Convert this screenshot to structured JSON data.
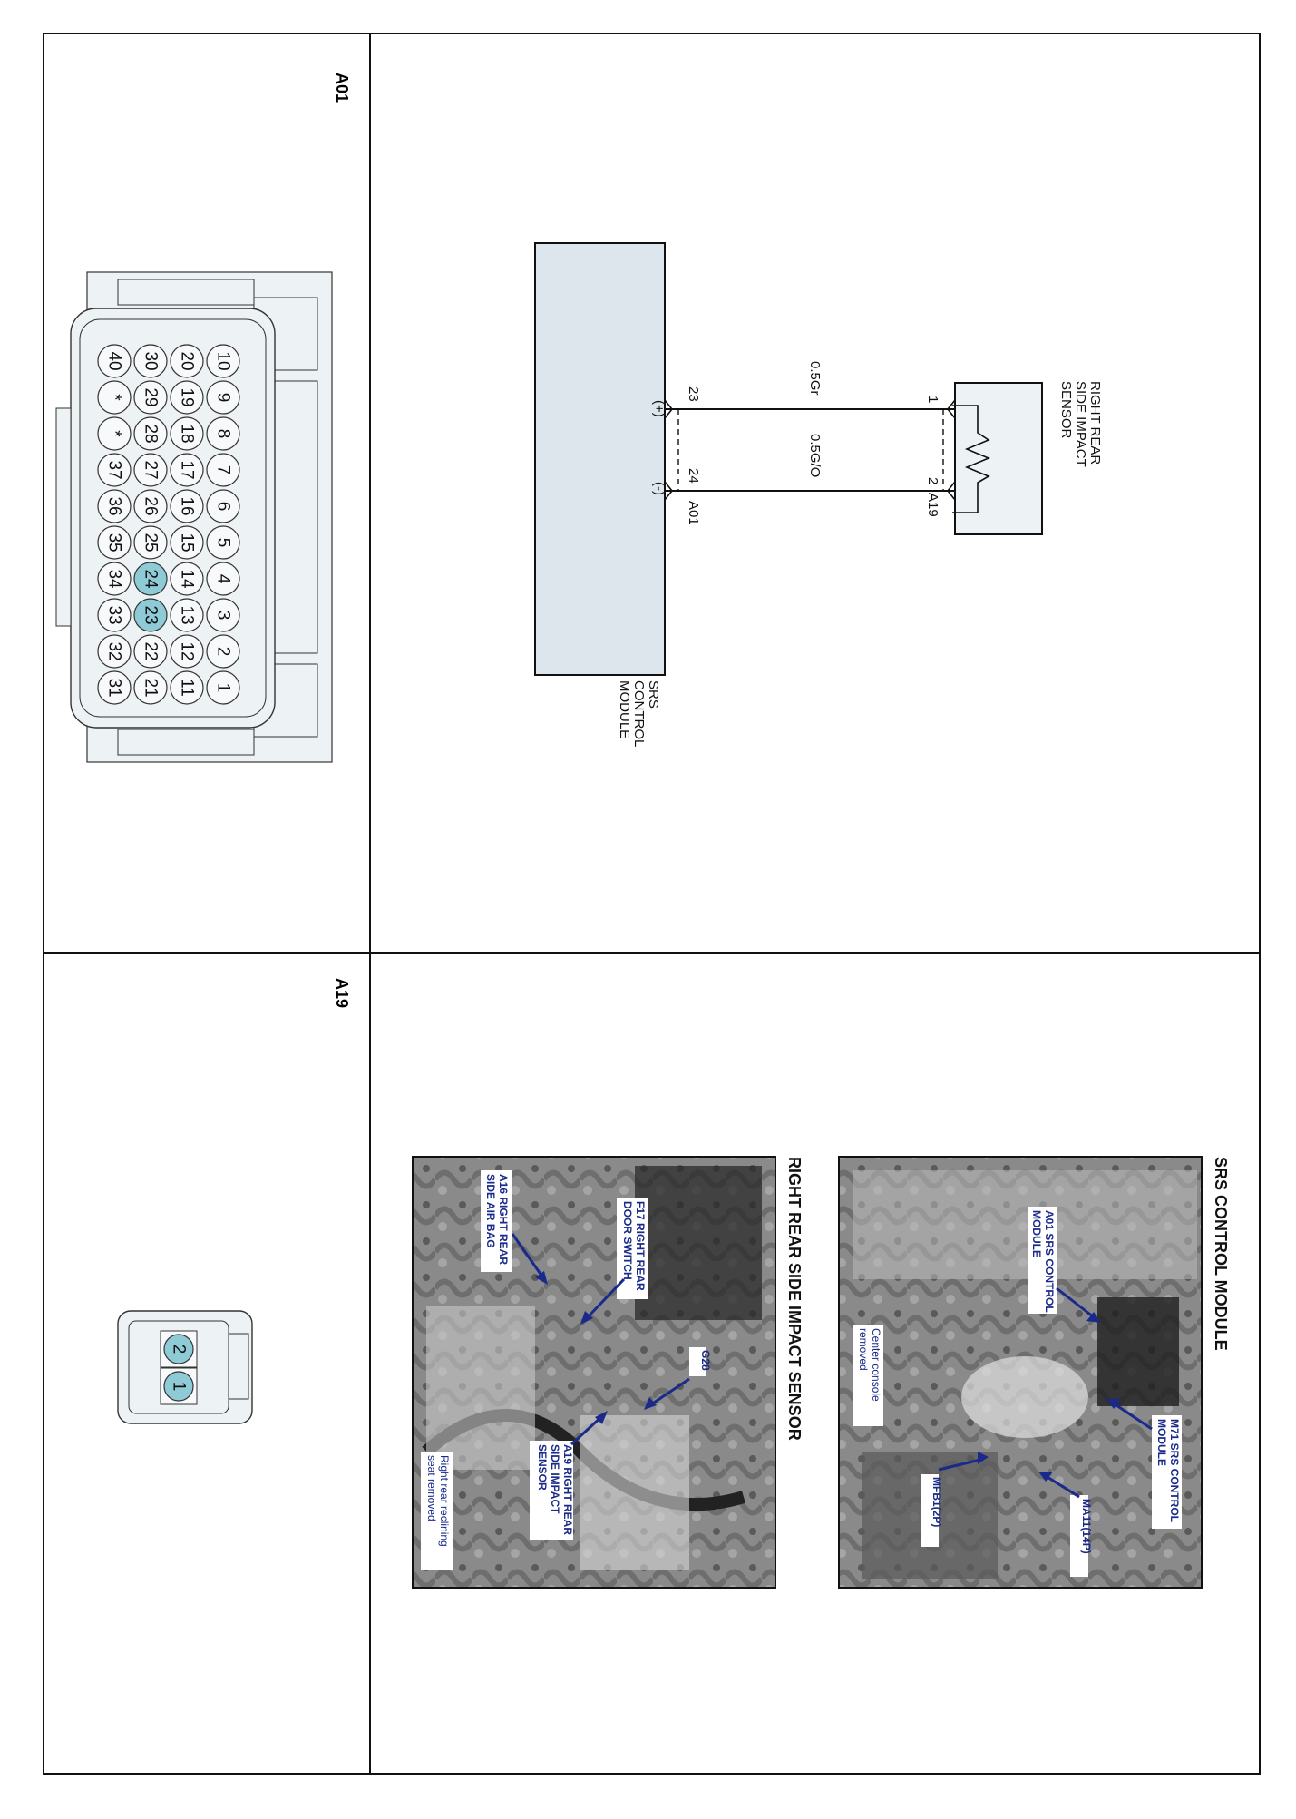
{
  "frames": {
    "a01_code": "A01",
    "a19_code": "A19"
  },
  "schematic": {
    "sensor_name": [
      "RIGHT REAR",
      "SIDE IMPACT",
      "SENSOR"
    ],
    "module_name": [
      "SRS",
      "CONTROL",
      "MODULE"
    ],
    "sensor_pin_1": "1",
    "sensor_pin_2": "2",
    "sensor_connector": "A19",
    "module_pin_23": "23",
    "module_pin_24": "24",
    "module_connector": "A01",
    "module_polarity_plus": "(+)",
    "module_polarity_minus": "(-)",
    "wire_1": "0.5Gr",
    "wire_2": "0.5G/O"
  },
  "connector_a01": {
    "rows": [
      [
        "1",
        "2",
        "3",
        "4",
        "5",
        "6",
        "7",
        "8",
        "9",
        "10"
      ],
      [
        "11",
        "12",
        "13",
        "14",
        "15",
        "16",
        "17",
        "18",
        "19",
        "20"
      ],
      [
        "21",
        "22",
        "23",
        "24",
        "25",
        "26",
        "27",
        "28",
        "29",
        "30"
      ],
      [
        "31",
        "32",
        "33",
        "34",
        "35",
        "36",
        "37",
        "*",
        "*",
        "40"
      ]
    ],
    "highlighted": [
      "23",
      "24"
    ],
    "highlight_color": "#8fcbd6"
  },
  "connector_a19": {
    "pins": [
      "1",
      "2"
    ],
    "highlight_color": "#8fcbd6"
  },
  "photos": {
    "srs": {
      "title": "SRS CONTROL MODULE",
      "callouts": {
        "a01": [
          "A01 SRS CONTROL",
          "MODULE"
        ],
        "m71": [
          "M71 SRS CONTROL",
          "MODULE"
        ],
        "ma11": "MA11(14P)",
        "mfb1": "MFB1(2P)"
      },
      "note": [
        "Center console",
        "removed"
      ]
    },
    "rear": {
      "title": "RIGHT REAR SIDE IMPACT SENSOR",
      "callouts": {
        "a16": [
          "A16 RIGHT REAR",
          "SIDE AIR BAG"
        ],
        "f17": [
          "F17 RIGHT REAR",
          "DOOR SWITCH"
        ],
        "g28": "G28",
        "a19": [
          "A19 RIGHT REAR",
          "SIDE IMPACT",
          "SENSOR"
        ]
      },
      "note": [
        "Right rear reclining",
        "seat removed"
      ]
    }
  },
  "colors": {
    "line": "#111111",
    "module_fill": "#dde6ec",
    "connector_fill": "#edf2f5",
    "callout": "#1a2a8a"
  }
}
